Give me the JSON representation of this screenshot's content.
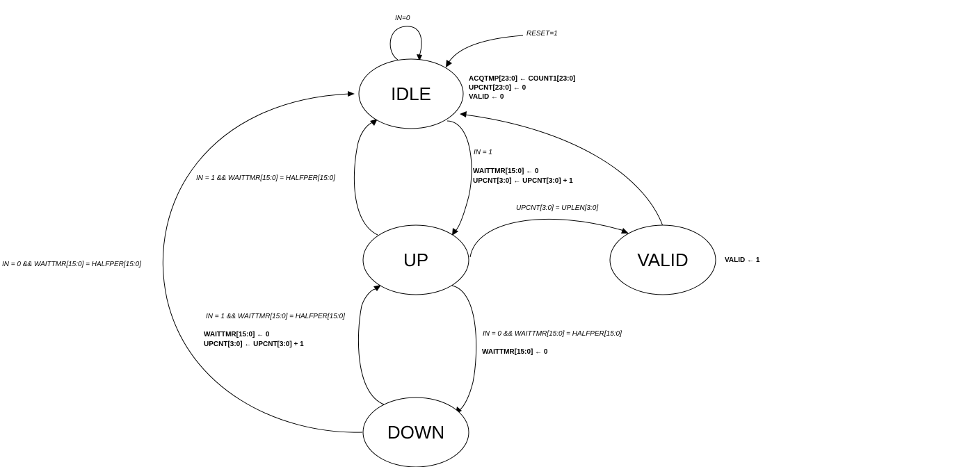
{
  "states": {
    "idle": "IDLE",
    "up": "UP",
    "valid": "VALID",
    "down": "DOWN"
  },
  "transitions": {
    "idle_self": "IN=0",
    "reset": "RESET=1",
    "idle_to_up": "IN = 1",
    "up_to_idle": "IN = 1 && WAITTMR[15:0] = HALFPER[15:0]",
    "up_to_valid": "UPCNT[3:0] = UPLEN[3:0]",
    "down_to_idle": "IN = 0 && WAITTMR[15:0] = HALFPER[15:0]",
    "down_to_up": "IN = 1 && WAITTMR[15:0] = HALFPER[15:0]",
    "up_to_down": "IN = 0 &&  WAITTMR[15:0]  = HALFPER[15:0]"
  },
  "actions": {
    "idle": [
      "ACQTMP[23:0] ← COUNT1[23:0]",
      "UPCNT[23:0] ← 0",
      "VALID ← 0"
    ],
    "idle_to_up": [
      "WAITTMR[15:0] ← 0",
      "UPCNT[3:0] ← UPCNT[3:0] + 1"
    ],
    "valid": [
      "VALID ← 1"
    ],
    "down_to_up": [
      "WAITTMR[15:0] ← 0",
      "UPCNT[3:0] ← UPCNT[3:0] + 1"
    ],
    "up_to_down": [
      "WAITTMR[15:0] ← 0"
    ]
  }
}
